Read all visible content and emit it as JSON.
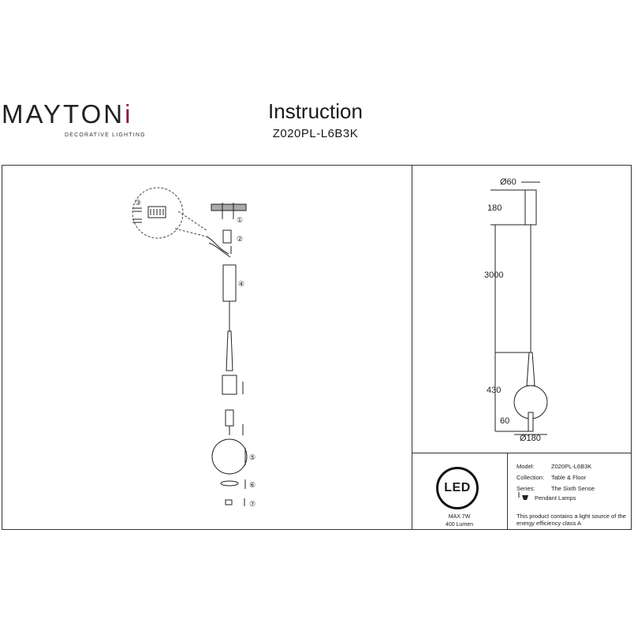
{
  "brand": {
    "name_main": "MAYTON",
    "name_accent": "i",
    "tagline": "DECORATIVE LIGHTING"
  },
  "header": {
    "title": "Instruction",
    "model": "Z020PL-L6B3K"
  },
  "assembly": {
    "steps": [
      "①",
      "②",
      "③",
      "④",
      "⑤",
      "⑥",
      "⑦"
    ]
  },
  "dimensions": {
    "canopy_diameter": "Ø60",
    "canopy_height": "180",
    "cable_length": "3000",
    "body_height": "430",
    "stem_length": "60",
    "shade_diameter": "Ø180"
  },
  "led": {
    "badge": "LED",
    "max_power": "MAX 7W",
    "lumen": "400 Lumen"
  },
  "specs": {
    "model_label": "Model:",
    "model_value": "Z020PL-L6B3K",
    "collection_label": "Collection:",
    "collection_value": "Table & Floor",
    "series_label": "Series:",
    "series_value": "The Sixth Sense",
    "type_value": "Pendant Lamps",
    "energy_note": "This product contains a light source of the energy efficiency class A"
  },
  "icons": [
    "wire-connector-icon",
    "pendant-lamp-icon"
  ]
}
